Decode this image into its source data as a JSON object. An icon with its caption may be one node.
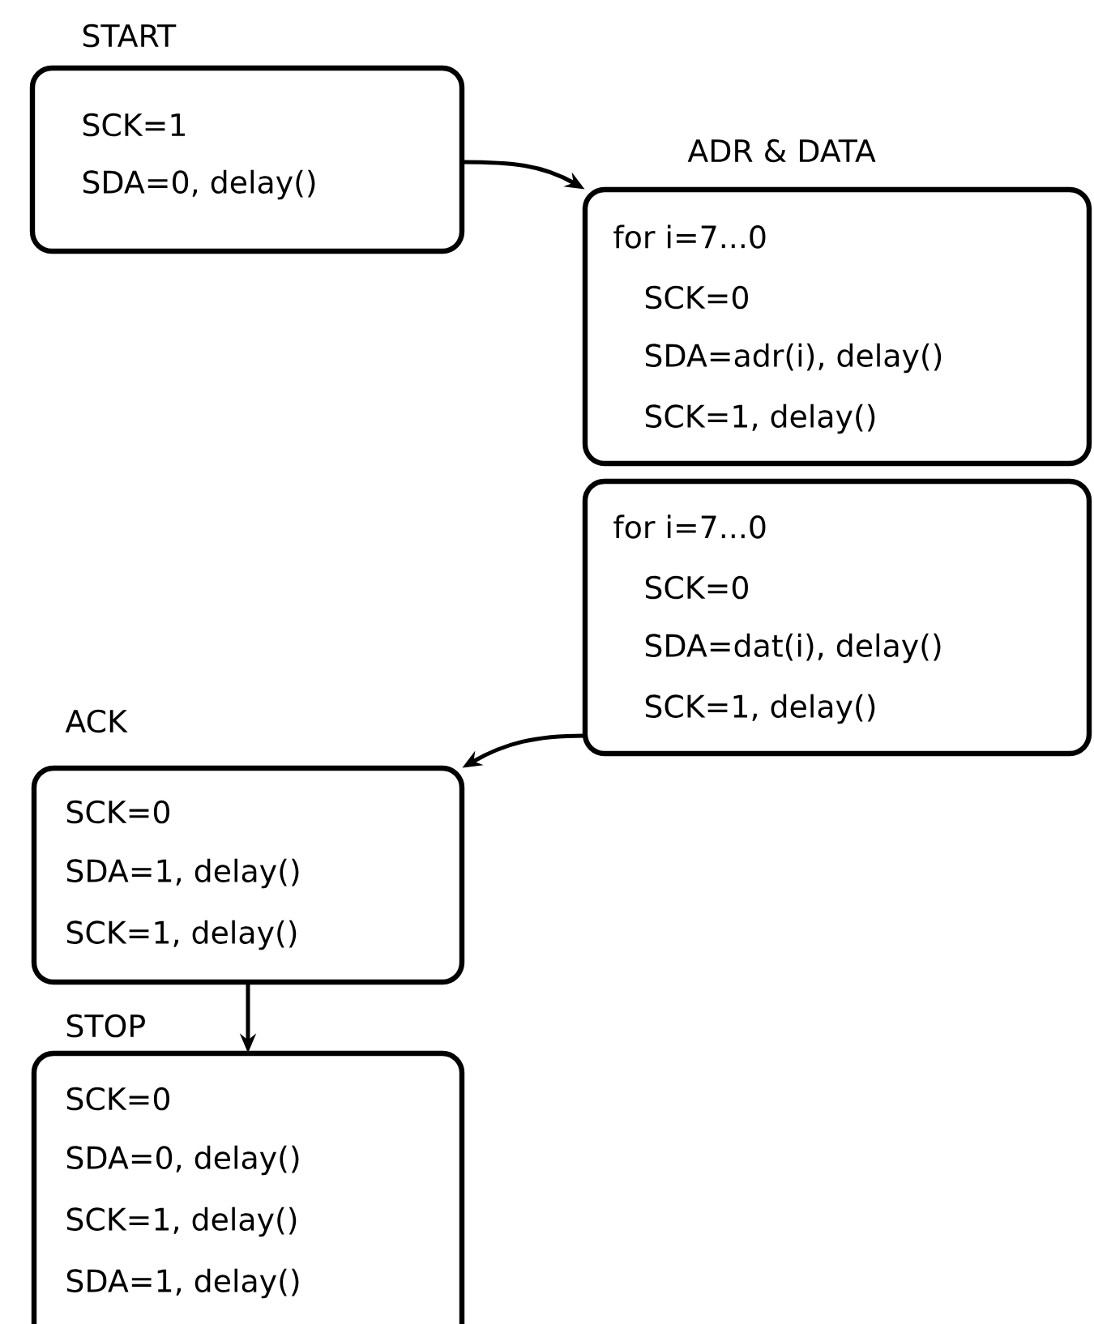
{
  "diagram": {
    "nodes": [
      {
        "text": [
          "START",
          "SCK=1",
          "SDA=0, delay()"
        ]
      },
      {
        "text": [
          "ADR & DATA",
          "for i=7...0",
          "SCK=0",
          "SDA=adr(i), delay()",
          "SCK=1, delay()"
        ]
      },
      {
        "text": [
          "for i=7...0",
          "SCK=0",
          "SDA=dat(i), delay()",
          "SCK=1, delay()"
        ]
      },
      {
        "text": [
          "ACK",
          "SCK=0",
          "SDA=1, delay()",
          "SCK=1, delay()"
        ]
      },
      {
        "text": [
          "STOP",
          "SCK=0",
          "SDA=0, delay()",
          "SCK=1, delay()",
          "SDA=1, delay()"
        ]
      }
    ],
    "edges": [
      {
        "from": 0,
        "to": 1,
        "arrow": "to"
      },
      {
        "from": 2,
        "to": 3,
        "arrow": "to"
      },
      {
        "from": 3,
        "to": 4,
        "arrow": "to"
      }
    ]
  }
}
